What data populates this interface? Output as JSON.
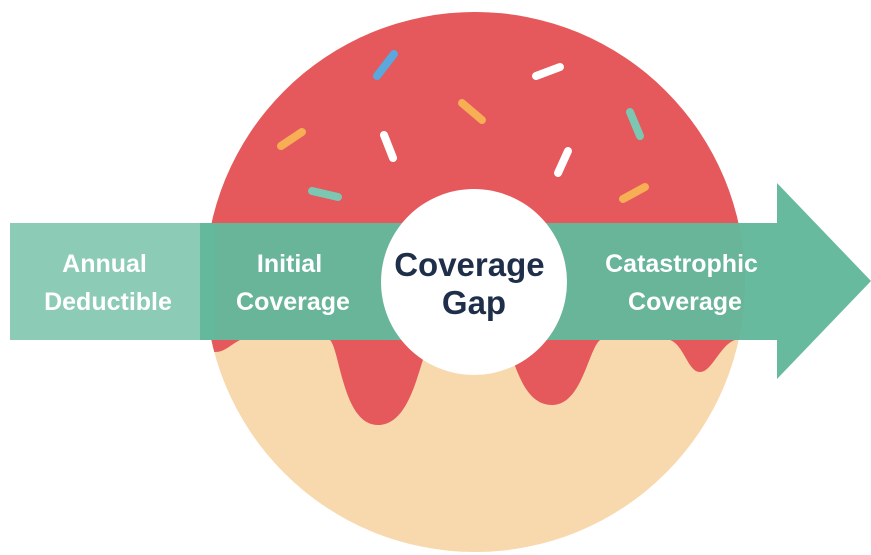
{
  "diagram": {
    "stages": [
      {
        "id": "annual-deductible",
        "lines": [
          "Annual",
          "Deductible"
        ]
      },
      {
        "id": "initial-coverage",
        "lines": [
          "Initial",
          "Coverage"
        ]
      },
      {
        "id": "coverage-gap",
        "lines": [
          "Coverage",
          "Gap"
        ]
      },
      {
        "id": "catastrophic-coverage",
        "lines": [
          "Catastrophic",
          "Coverage"
        ]
      }
    ]
  },
  "colors": {
    "dough": "#f8d8ad",
    "frosting": "#e5585c",
    "arrow_light": "#8ccbb6",
    "arrow_main": "#63b89b",
    "center_text": "#1f2f4a",
    "sprinkle_orange": "#f7ae55",
    "sprinkle_white": "#ffffff",
    "sprinkle_teal": "#7bc7b1",
    "sprinkle_blue": "#5aa8dd"
  }
}
